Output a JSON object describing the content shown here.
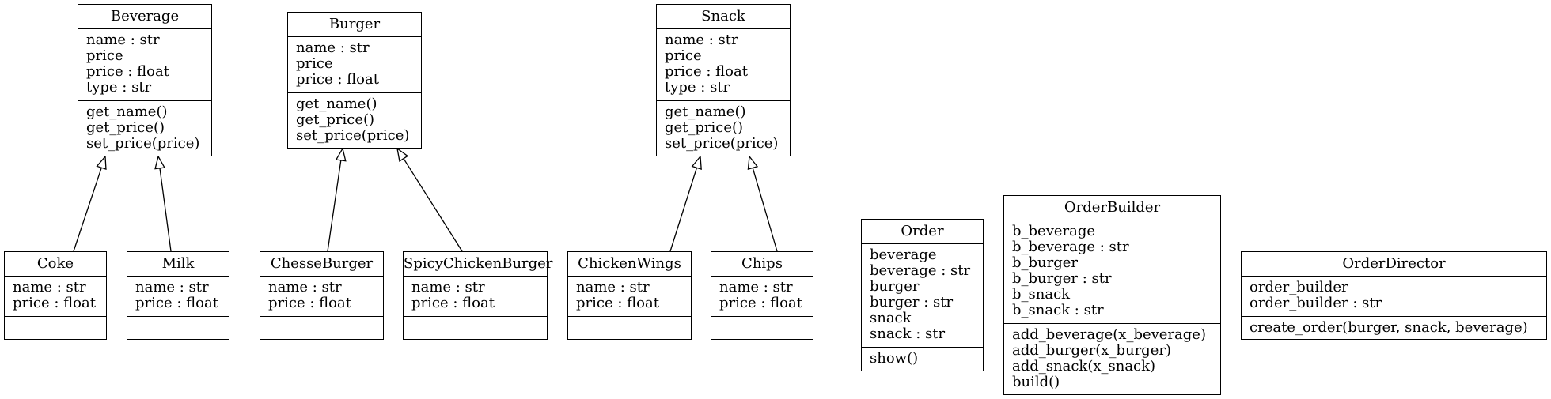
{
  "classes": [
    {
      "id": "beverage",
      "name": "Beverage",
      "attributes": [
        "name : str",
        "price",
        "price : float",
        "type : str"
      ],
      "methods": [
        "get_name()",
        "get_price()",
        "set_price(price)"
      ]
    },
    {
      "id": "burger",
      "name": "Burger",
      "attributes": [
        "name : str",
        "price",
        "price : float"
      ],
      "methods": [
        "get_name()",
        "get_price()",
        "set_price(price)"
      ]
    },
    {
      "id": "snack",
      "name": "Snack",
      "attributes": [
        "name : str",
        "price",
        "price : float",
        "type : str"
      ],
      "methods": [
        "get_name()",
        "get_price()",
        "set_price(price)"
      ]
    },
    {
      "id": "coke",
      "name": "Coke",
      "attributes": [
        "name : str",
        "price : float"
      ],
      "methods": []
    },
    {
      "id": "milk",
      "name": "Milk",
      "attributes": [
        "name : str",
        "price : float"
      ],
      "methods": []
    },
    {
      "id": "chesseburger",
      "name": "ChesseBurger",
      "attributes": [
        "name : str",
        "price : float"
      ],
      "methods": []
    },
    {
      "id": "spicychickenburger",
      "name": "SpicyChickenBurger",
      "attributes": [
        "name : str",
        "price : float"
      ],
      "methods": []
    },
    {
      "id": "chickenwings",
      "name": "ChickenWings",
      "attributes": [
        "name : str",
        "price : float"
      ],
      "methods": []
    },
    {
      "id": "chips",
      "name": "Chips",
      "attributes": [
        "name : str",
        "price : float"
      ],
      "methods": []
    },
    {
      "id": "order",
      "name": "Order",
      "attributes": [
        "beverage",
        "beverage : str",
        "burger",
        "burger : str",
        "snack",
        "snack : str"
      ],
      "methods": [
        "show()"
      ]
    },
    {
      "id": "orderbuilder",
      "name": "OrderBuilder",
      "attributes": [
        "b_beverage",
        "b_beverage : str",
        "b_burger",
        "b_burger : str",
        "b_snack",
        "b_snack : str"
      ],
      "methods": [
        "add_beverage(x_beverage)",
        "add_burger(x_burger)",
        "add_snack(x_snack)",
        "build()"
      ]
    },
    {
      "id": "orderdirector",
      "name": "OrderDirector",
      "attributes": [
        "order_builder",
        "order_builder : str"
      ],
      "methods": [
        "create_order(burger, snack, beverage)"
      ]
    }
  ],
  "inheritance": [
    {
      "child": "coke",
      "parent": "beverage"
    },
    {
      "child": "milk",
      "parent": "beverage"
    },
    {
      "child": "chesseburger",
      "parent": "burger"
    },
    {
      "child": "spicychickenburger",
      "parent": "burger"
    },
    {
      "child": "chickenwings",
      "parent": "snack"
    },
    {
      "child": "chips",
      "parent": "snack"
    }
  ]
}
